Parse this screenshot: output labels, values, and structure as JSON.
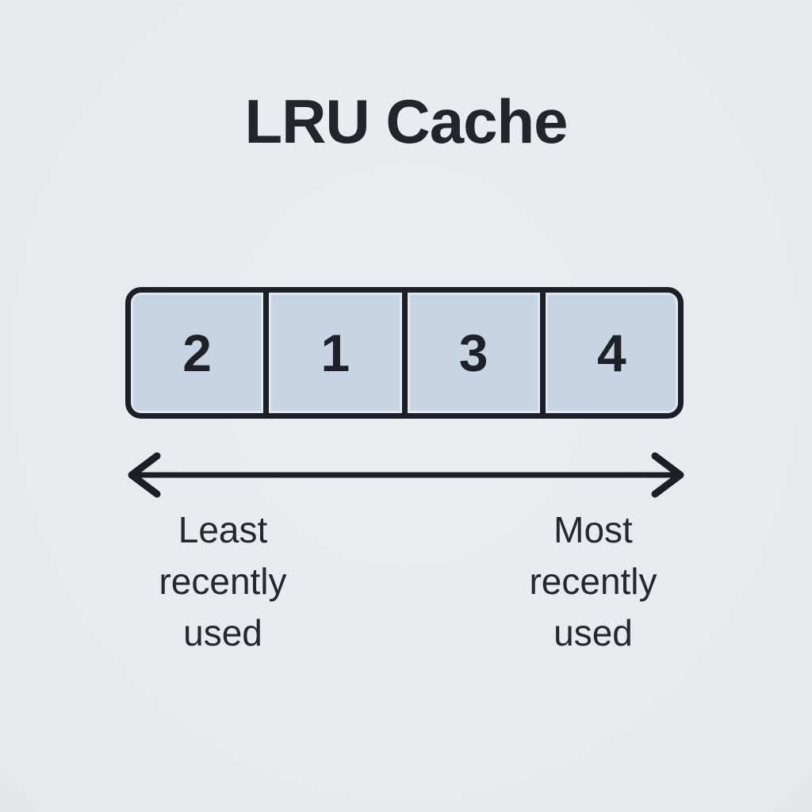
{
  "title": "LRU Cache",
  "cache": {
    "cells": [
      "2",
      "1",
      "3",
      "4"
    ]
  },
  "axis": {
    "left_label": "Least\nrecently\nused",
    "right_label": "Most\nrecently\nused"
  },
  "colors": {
    "background": "#e9ebee",
    "cell_fill": "#c6d4e3",
    "stroke": "#1c2026",
    "text": "#22252a"
  }
}
